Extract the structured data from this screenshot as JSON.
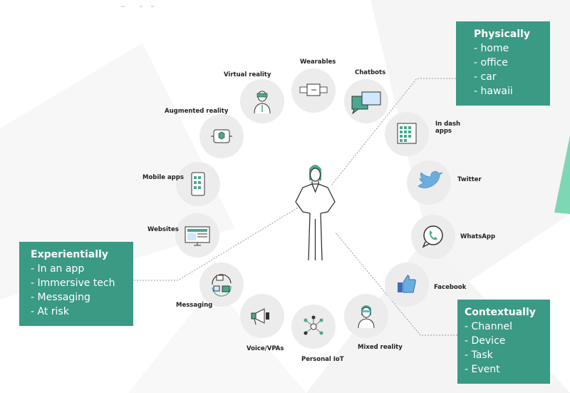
{
  "nodes": [
    {
      "id": "wearables",
      "label": "Wearables",
      "icon": "watch-icon"
    },
    {
      "id": "chatbots",
      "label": "Chatbots",
      "icon": "chat-bubbles-icon"
    },
    {
      "id": "in-dash",
      "label": "In dash\napps",
      "icon": "dashboard-grid-icon"
    },
    {
      "id": "twitter",
      "label": "Twitter",
      "icon": "twitter-bird-icon"
    },
    {
      "id": "whatsapp",
      "label": "WhatsApp",
      "icon": "whatsapp-icon"
    },
    {
      "id": "facebook",
      "label": "Facebook",
      "icon": "thumbs-up-icon"
    },
    {
      "id": "mixed-reality",
      "label": "Mixed reality",
      "icon": "mixed-reality-person-icon"
    },
    {
      "id": "personal-iot",
      "label": "Personal IoT",
      "icon": "iot-network-icon"
    },
    {
      "id": "voice-vpas",
      "label": "Voice/VPAs",
      "icon": "megaphone-icon"
    },
    {
      "id": "messaging",
      "label": "Messaging",
      "icon": "messaging-cycle-icon"
    },
    {
      "id": "websites",
      "label": "Websites",
      "icon": "monitor-icon"
    },
    {
      "id": "mobile-apps",
      "label": "Mobile apps",
      "icon": "smartphone-icon"
    },
    {
      "id": "augmented-reality",
      "label": "Augmented reality",
      "icon": "ar-headset-icon"
    },
    {
      "id": "virtual-reality",
      "label": "Virtual reality",
      "icon": "vr-person-icon"
    }
  ],
  "boxes": {
    "physically": {
      "title": "Physically",
      "items": [
        "- home",
        "- office",
        "- car",
        "- hawaii"
      ]
    },
    "experientially": {
      "title": "Experientially",
      "items": [
        "- In an app",
        "- Immersive tech",
        "- Messaging",
        "- At risk"
      ]
    },
    "contextually": {
      "title": "Contextually",
      "items": [
        "- Channel",
        "- Device",
        "- Task",
        "- Event"
      ]
    }
  },
  "colors": {
    "box": "#3a9a84",
    "accent": "#4aa88f",
    "circle": "#ececec"
  }
}
